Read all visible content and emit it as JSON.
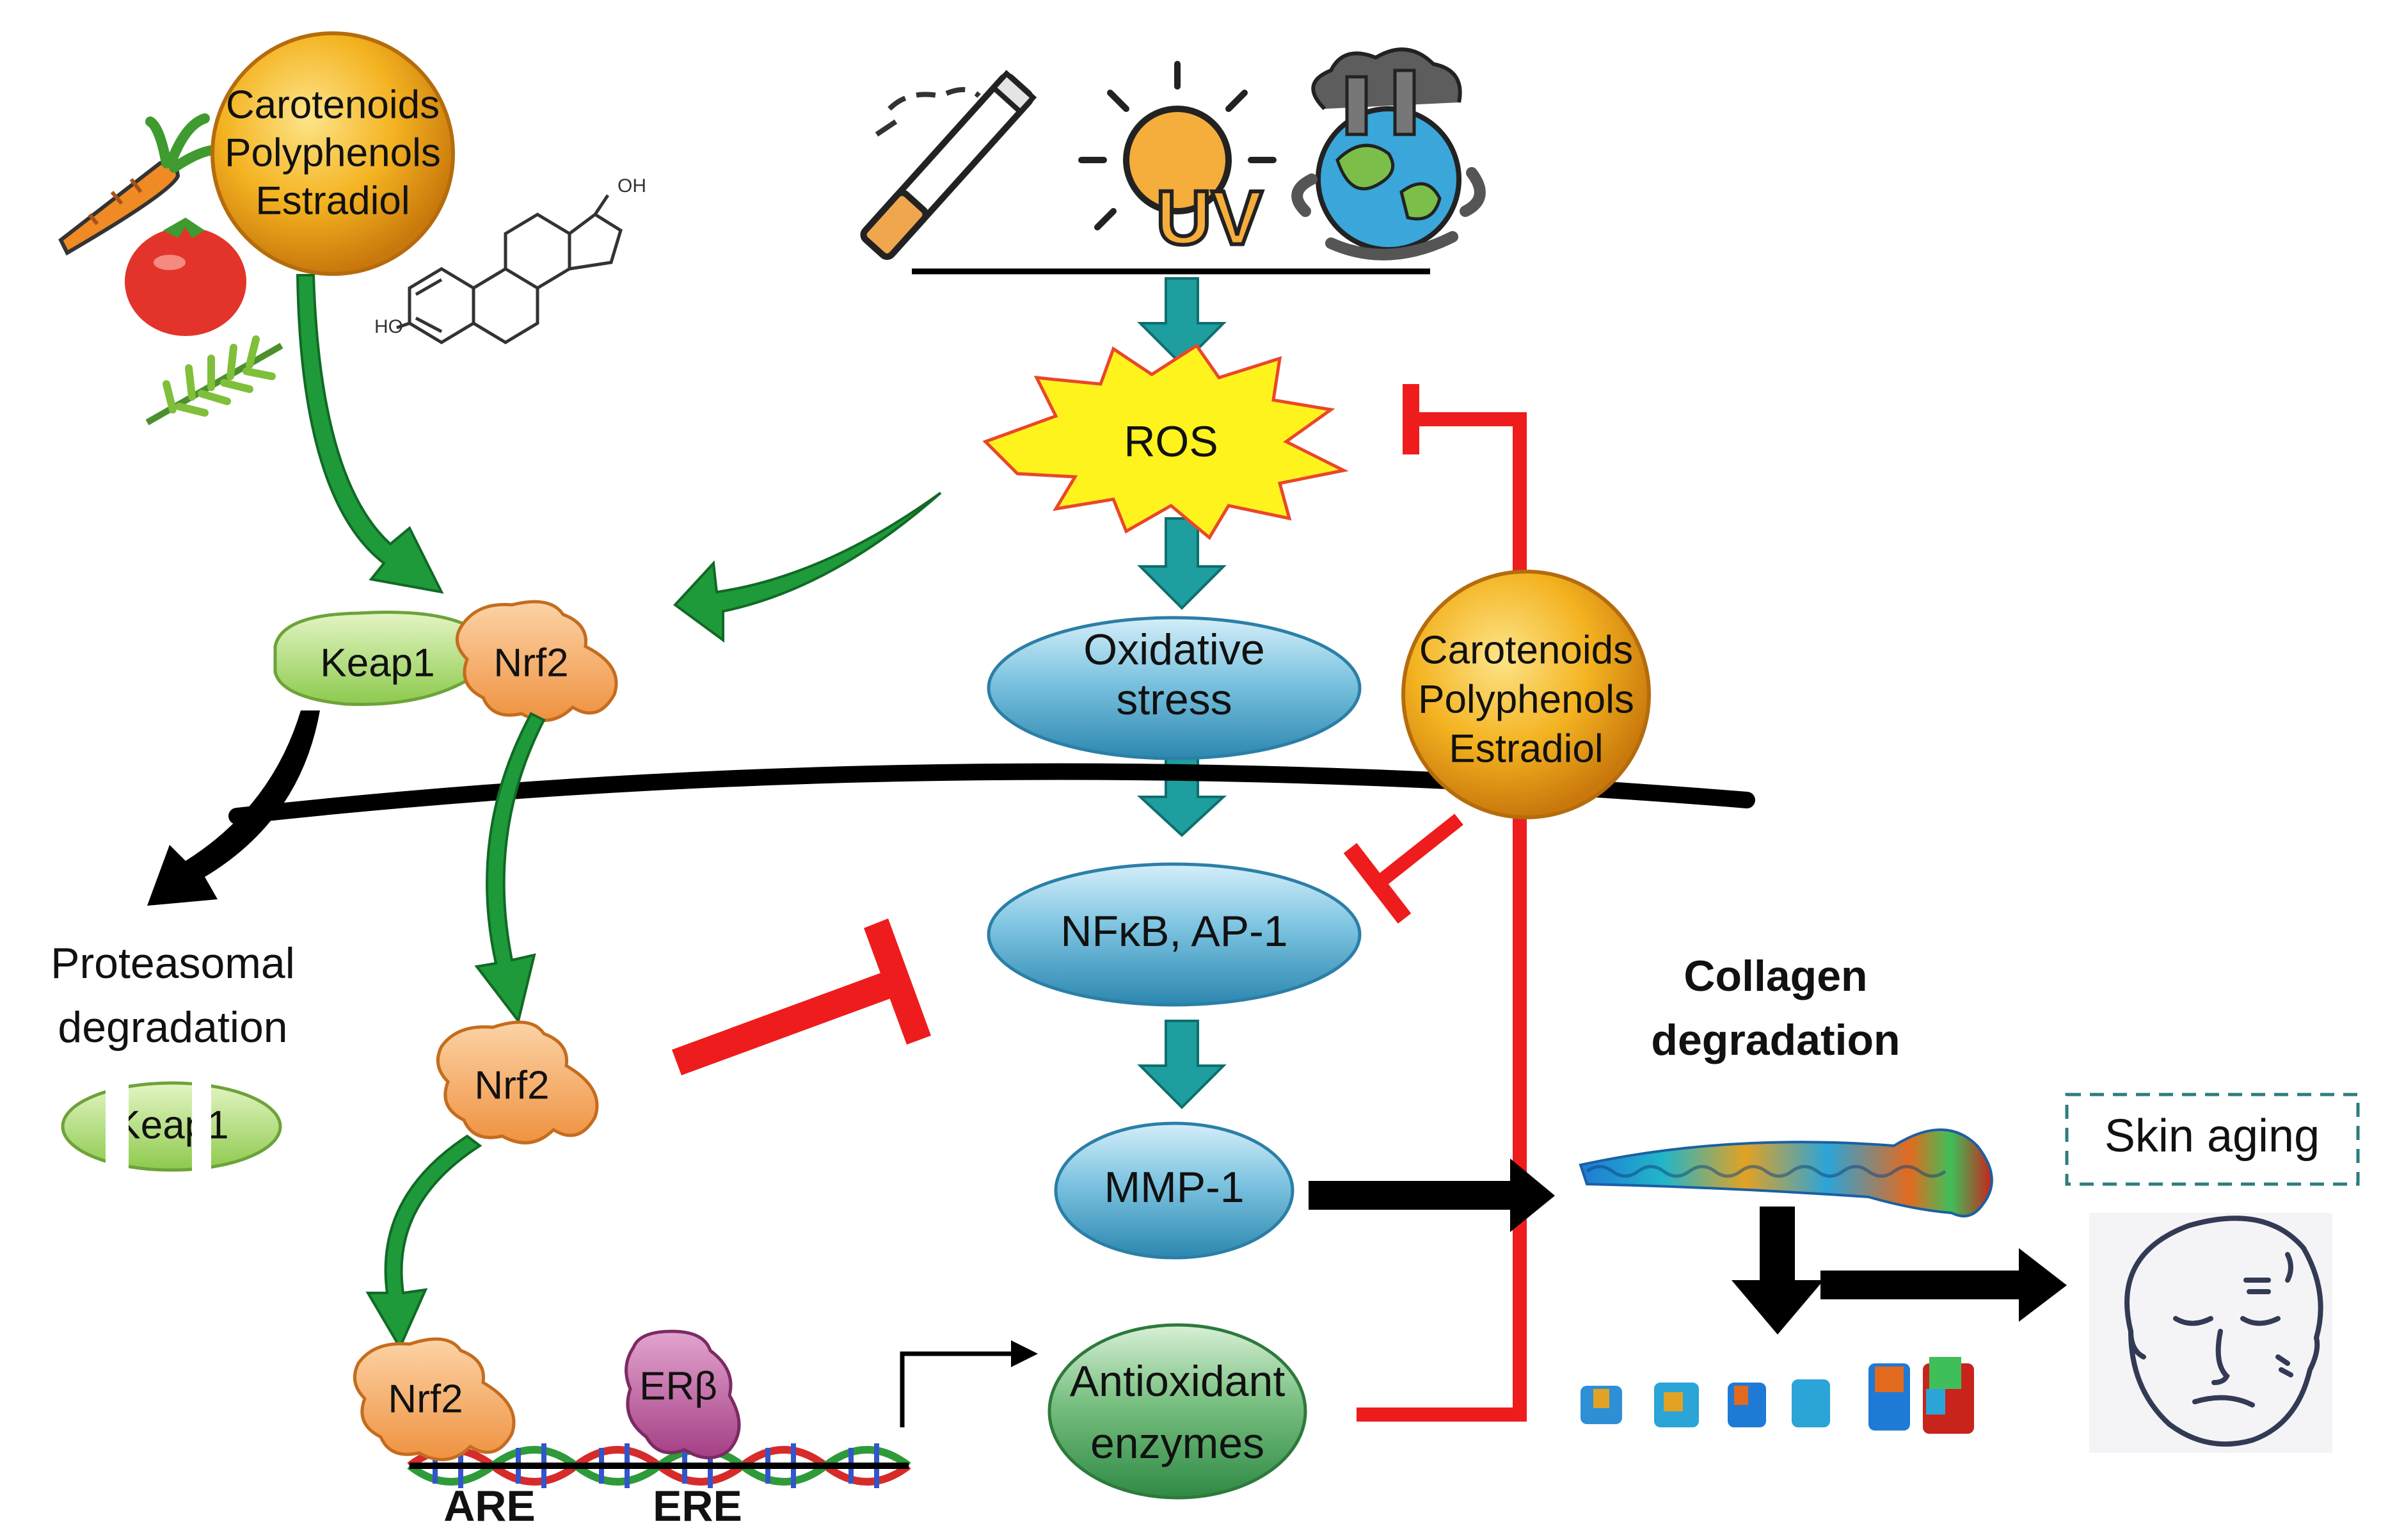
{
  "compounds_top": [
    "Carotenoids",
    "Polyphenols",
    "Estradiol"
  ],
  "compounds_right": [
    "Carotenoids",
    "Polyphenols",
    "Estradiol"
  ],
  "stressors": [
    "cigarette-icon",
    "uv-sun-icon",
    "pollution-earth-icon"
  ],
  "uv_text": "UV",
  "ros": "ROS",
  "oxidative_stress": [
    "Oxidative",
    "stress"
  ],
  "nfkb": "NFκB, AP-1",
  "mmp1": "MMP-1",
  "antioxidant": [
    "Antioxidant",
    "enzymes"
  ],
  "keap1": "Keap1",
  "nrf2": "Nrf2",
  "erb": "ERβ",
  "proteasomal": [
    "Proteasomal",
    "degradation"
  ],
  "keap1_degraded": "Keap1",
  "are": "ARE",
  "ere": "ERE",
  "collagen": [
    "Collagen",
    "degradation"
  ],
  "skin_aging": "Skin aging",
  "estradiol_oh_top": "OH",
  "estradiol_ho_left": "HO",
  "colors": {
    "green_arrow": "#1e9a3a",
    "teal_arrow": "#1e9e9e",
    "red_inhibit": "#ee1c1c",
    "orange_ball": "#f2a81d",
    "ellipse_blue": "#4fa6c9",
    "ellipse_green": "#5aa869",
    "keap_green": "#a9dc6b",
    "nrf_orange": "#f4a55a",
    "erb_purple": "#b8508e"
  }
}
